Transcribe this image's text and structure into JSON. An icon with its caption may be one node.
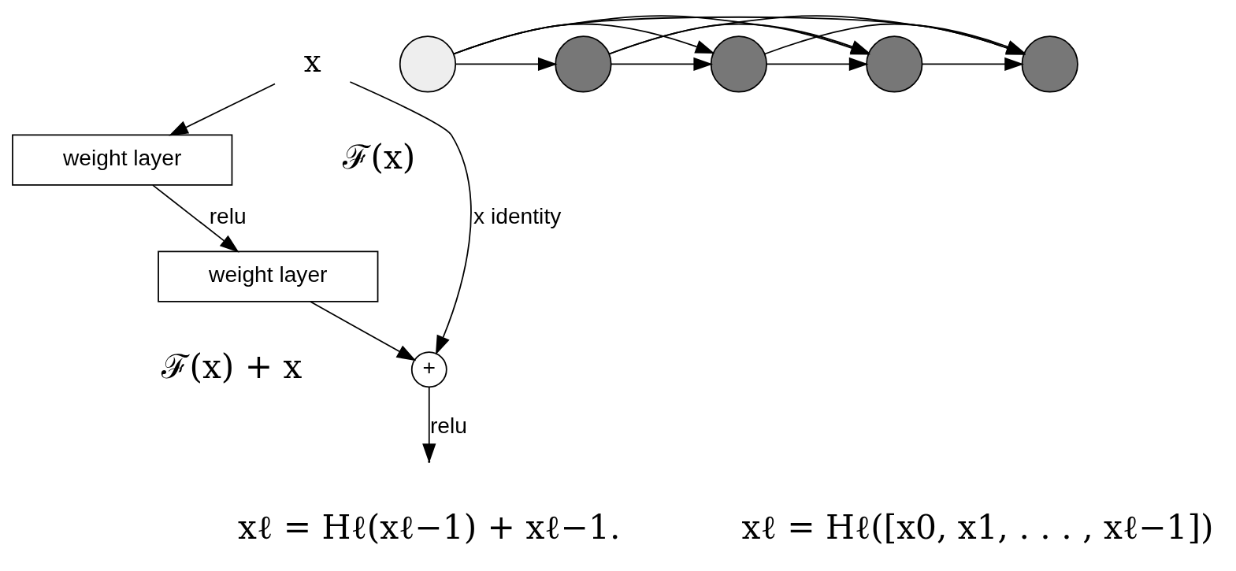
{
  "diagram": {
    "nodes": [
      {
        "text": [
          "x"
        ]
      },
      {
        "text": [
          "weight layer"
        ]
      },
      {
        "text": [
          "weight layer"
        ]
      },
      {
        "text": [
          "+"
        ]
      },
      {
        "text": [],
        "shape": "circle"
      },
      {
        "text": [],
        "shape": "circle"
      },
      {
        "text": [],
        "shape": "circle"
      },
      {
        "text": [],
        "shape": "circle"
      },
      {
        "text": [],
        "shape": "circle"
      }
    ],
    "edges": [
      {
        "from": 0,
        "to": 1,
        "arrow": "to"
      },
      {
        "from": 1,
        "to": 2,
        "label": "relu",
        "arrow": "to"
      },
      {
        "from": 2,
        "to": 3,
        "arrow": "to"
      },
      {
        "from": 0,
        "to": 3,
        "label": "x identity",
        "arrow": "to"
      },
      {
        "from": 3,
        "to": null,
        "label": "relu",
        "arrow": "to"
      },
      {
        "from": 4,
        "to": 5,
        "arrow": "to"
      },
      {
        "from": 5,
        "to": 6,
        "arrow": "to"
      },
      {
        "from": 6,
        "to": 7,
        "arrow": "to"
      },
      {
        "from": 7,
        "to": 8,
        "arrow": "to"
      },
      {
        "from": 4,
        "to": 6,
        "arrow": "to"
      },
      {
        "from": 4,
        "to": 7,
        "arrow": "to"
      },
      {
        "from": 4,
        "to": 8,
        "arrow": "to"
      },
      {
        "from": 5,
        "to": 7,
        "arrow": "to"
      },
      {
        "from": 5,
        "to": 8,
        "arrow": "to"
      },
      {
        "from": 6,
        "to": 8,
        "arrow": "to"
      }
    ],
    "labels": [
      "ℱ(x)",
      "ℱ(x) + x",
      "xℓ = Hℓ(xℓ−1) + xℓ−1.",
      "xℓ = Hℓ([x0, x1, . . . , xℓ−1])"
    ]
  }
}
